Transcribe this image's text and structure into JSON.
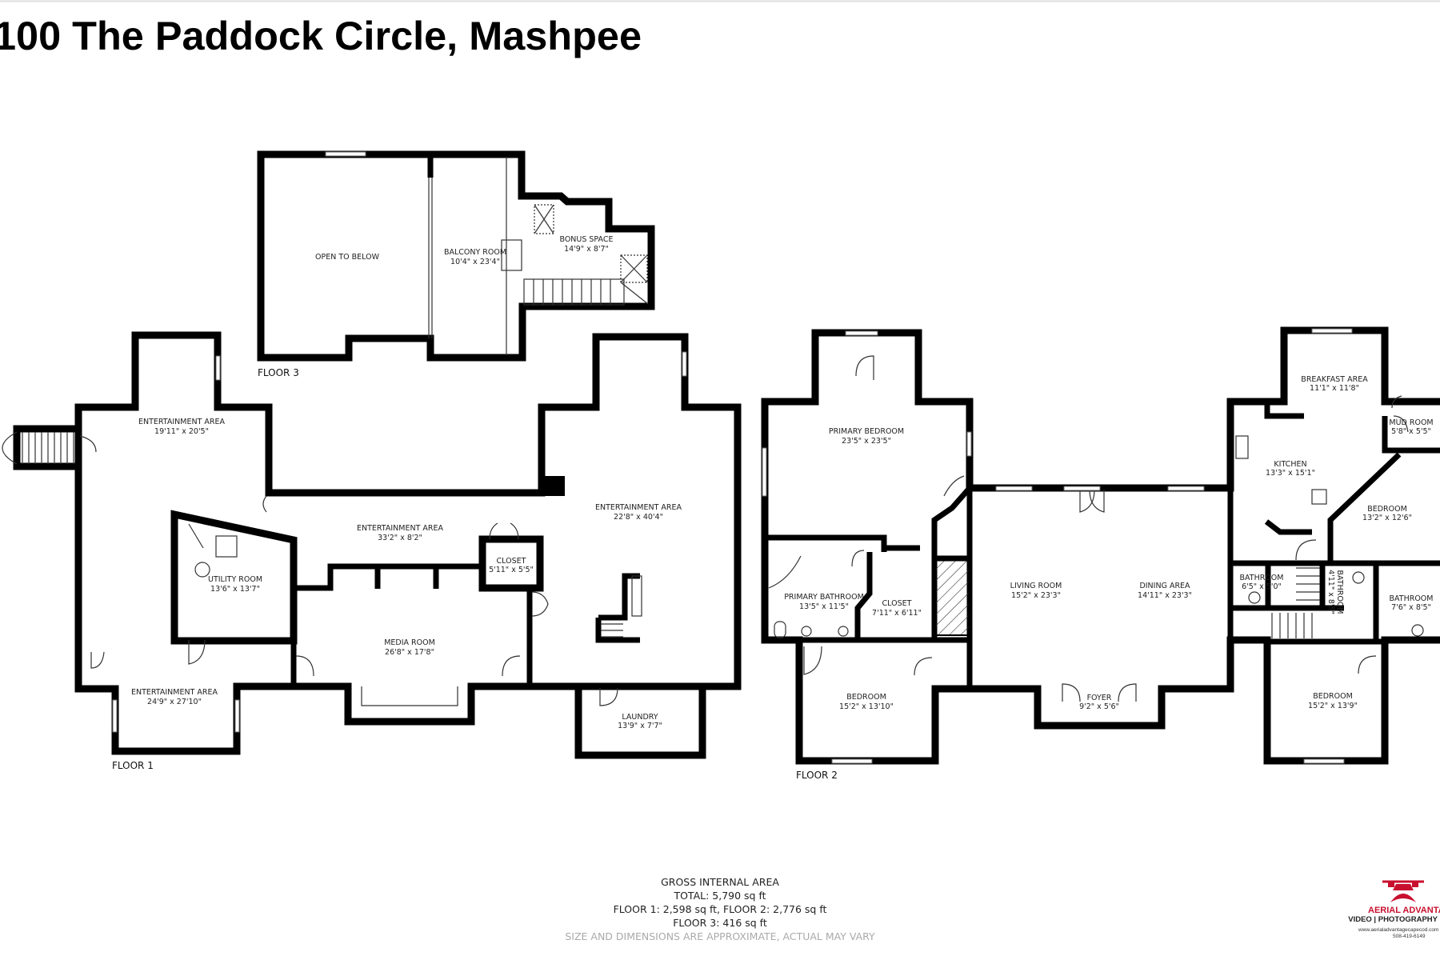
{
  "title": "100 The Paddock Circle, Mashpee",
  "floor3": {
    "label": "FLOOR 3",
    "rooms": [
      {
        "name": "OPEN TO BELOW",
        "dims": ""
      },
      {
        "name": "BALCONY ROOM",
        "dims": "10'4\" x 23'4\""
      },
      {
        "name": "BONUS SPACE",
        "dims": "14'9\" x 8'7\""
      }
    ]
  },
  "floor1": {
    "label": "FLOOR 1",
    "rooms": [
      {
        "name": "ENTERTAINMENT AREA",
        "dims": "19'11\" x 20'5\""
      },
      {
        "name": "UTILITY ROOM",
        "dims": "13'6\" x 13'7\""
      },
      {
        "name": "ENTERTAINMENT AREA",
        "dims": "33'2\" x 8'2\""
      },
      {
        "name": "CLOSET",
        "dims": "5'11\" x 5'5\""
      },
      {
        "name": "MEDIA ROOM",
        "dims": "26'8\" x 17'8\""
      },
      {
        "name": "ENTERTAINMENT AREA",
        "dims": "24'9\" x 27'10\""
      },
      {
        "name": "ENTERTAINMENT AREA",
        "dims": "22'8\" x 40'4\""
      },
      {
        "name": "LAUNDRY",
        "dims": "13'9\" x 7'7\""
      }
    ]
  },
  "floor2": {
    "label": "FLOOR 2",
    "rooms": [
      {
        "name": "PRIMARY BEDROOM",
        "dims": "23'5\" x 23'5\""
      },
      {
        "name": "PRIMARY BATHROOM",
        "dims": "13'5\" x 11'5\""
      },
      {
        "name": "CLOSET",
        "dims": "7'11\" x 6'11\""
      },
      {
        "name": "BEDROOM",
        "dims": "15'2\" x 13'10\""
      },
      {
        "name": "LIVING ROOM",
        "dims": "15'2\" x 23'3\""
      },
      {
        "name": "DINING AREA",
        "dims": "14'11\" x 23'3\""
      },
      {
        "name": "FOYER",
        "dims": "9'2\" x 5'6\""
      },
      {
        "name": "BREAKFAST AREA",
        "dims": "11'1\" x 11'8\""
      },
      {
        "name": "MUD ROOM",
        "dims": "5'8\" x 5'5\""
      },
      {
        "name": "KITCHEN",
        "dims": "13'3\" x 15'1\""
      },
      {
        "name": "BEDROOM",
        "dims": "13'2\" x 12'6\""
      },
      {
        "name": "BATHROOM",
        "dims": "6'5\" x 5'0\""
      },
      {
        "name": "BATHROOM",
        "dims": "4'11\" x 8'5\""
      },
      {
        "name": "BATHROOM",
        "dims": "7'6\" x 8'5\""
      },
      {
        "name": "BEDROOM",
        "dims": "15'2\" x 13'9\""
      }
    ]
  },
  "area": {
    "heading": "GROSS INTERNAL AREA",
    "total": "TOTAL: 5,790 sq ft",
    "floors12": "FLOOR 1: 2,598 sq ft, FLOOR 2: 2,776 sq ft",
    "floor3": "FLOOR 3: 416 sq ft",
    "disclaimer": "SIZE AND DIMENSIONS ARE APPROXIMATE, ACTUAL MAY VARY"
  },
  "logo": {
    "brand": "AERIAL ADVANTAGE",
    "tagline": "VIDEO | PHOTOGRAPHY",
    "website": "www.aerialadvantagecapecod.com",
    "phone": "508-419-6149",
    "color": "#c8102e",
    "icon": "drone-icon"
  }
}
